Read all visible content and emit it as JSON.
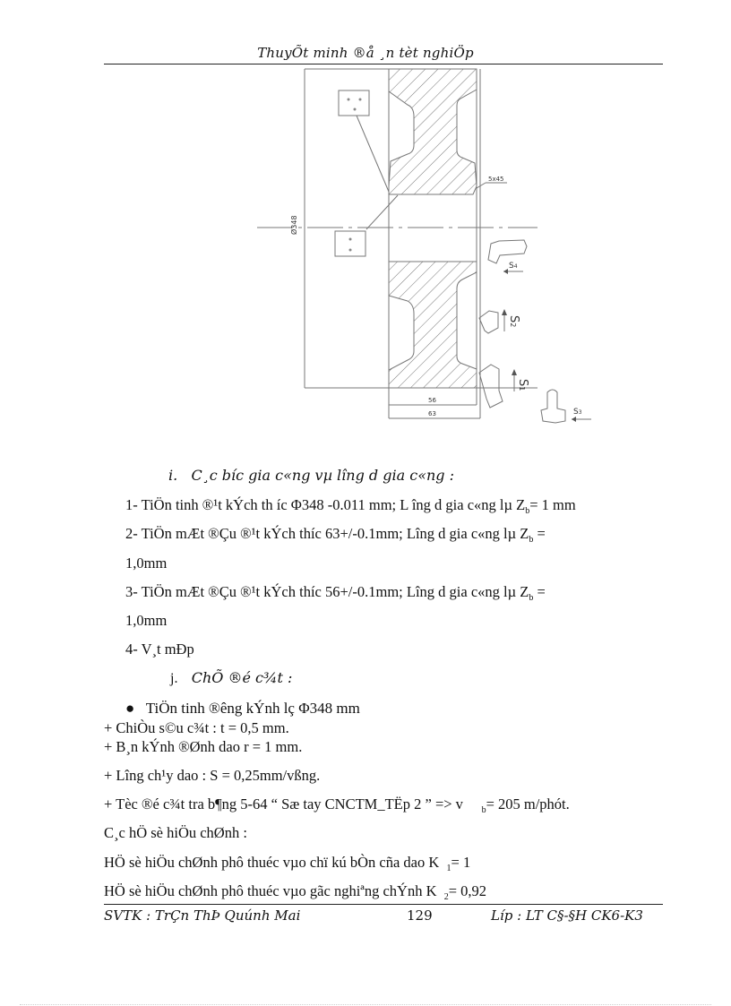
{
  "header": {
    "title": "ThuyÕt minh ®å ¸n tèt nghiÖp"
  },
  "figure": {
    "dimension_diameter": "Ø348",
    "chamfer_label": "5x45",
    "dimension_inner": "56",
    "dimension_outer": "63",
    "feeds": [
      "S1",
      "S2",
      "S3",
      "S4"
    ]
  },
  "section_i": {
    "marker": "i.",
    "title": "C¸c b­íc  gia c«ng vµ l­îng  d­ gia c«ng :"
  },
  "steps": [
    {
      "text": "1- TiÖn tinh ®¹t kÝch th­ íc Φ348 -0.011 mm; L­ îng d­ gia c«ng lµ Z",
      "sub": "b",
      "tail": "= 1 mm"
    },
    {
      "text": "2- TiÖn mÆt ®Çu ®¹t kÝch th­íc  63+/-0.1mm; L­îng  d­  gia  c«ng lµ  Z",
      "sub": "b",
      "tail": " =",
      "cont": "1,0mm"
    },
    {
      "text": "3- TiÖn mÆt ®Çu ®¹t kÝch th­íc  56+/-0.1mm; L­îng  d­  gia  c«ng lµ  Z",
      "sub": "b",
      "tail": " =",
      "cont": "1,0mm"
    },
    {
      "text": "4- V¸t mÐp"
    }
  ],
  "section_j": {
    "marker": "j.",
    "title": "ChÕ ®é c¾t :"
  },
  "bullet": "TiÖn tinh ®­êng  kÝnh l­ç  Φ348 mm",
  "params": [
    "+ ChiÒu s©u c¾t : t = 0,5 mm.",
    "+ B¸n kÝnh ®Ønh dao r = 1 mm.",
    "+ L­îng   ch¹y dao : S = 0,25mm/vßng."
  ],
  "speed_line": {
    "text": "+ Tèc ®é c¾t tra b¶ng 5-64 “ Sæ tay CNCTM_TËp 2 ”  => v",
    "sub": "b",
    "tail": "= 205  m/phót."
  },
  "coeff_title": "C¸c hÖ sè hiÖu  chØnh :",
  "coefficients": [
    {
      "text": "HÖ sè hiÖu  chØnh phô thuéc vµo  chï kú bÒn cña dao K",
      "sub": "1",
      "tail": "= 1"
    },
    {
      "text": "HÖ sè hiÖu  chØnh phô thuéc vµo  gãc nghiªng  chÝnh K",
      "sub": "2",
      "tail": "= 0,92"
    }
  ],
  "footer": {
    "author": "SVTK :  TrÇn ThÞ Quúnh Mai",
    "page_number": "129",
    "class": "Líp : LT C§-§H CK6-K3"
  }
}
